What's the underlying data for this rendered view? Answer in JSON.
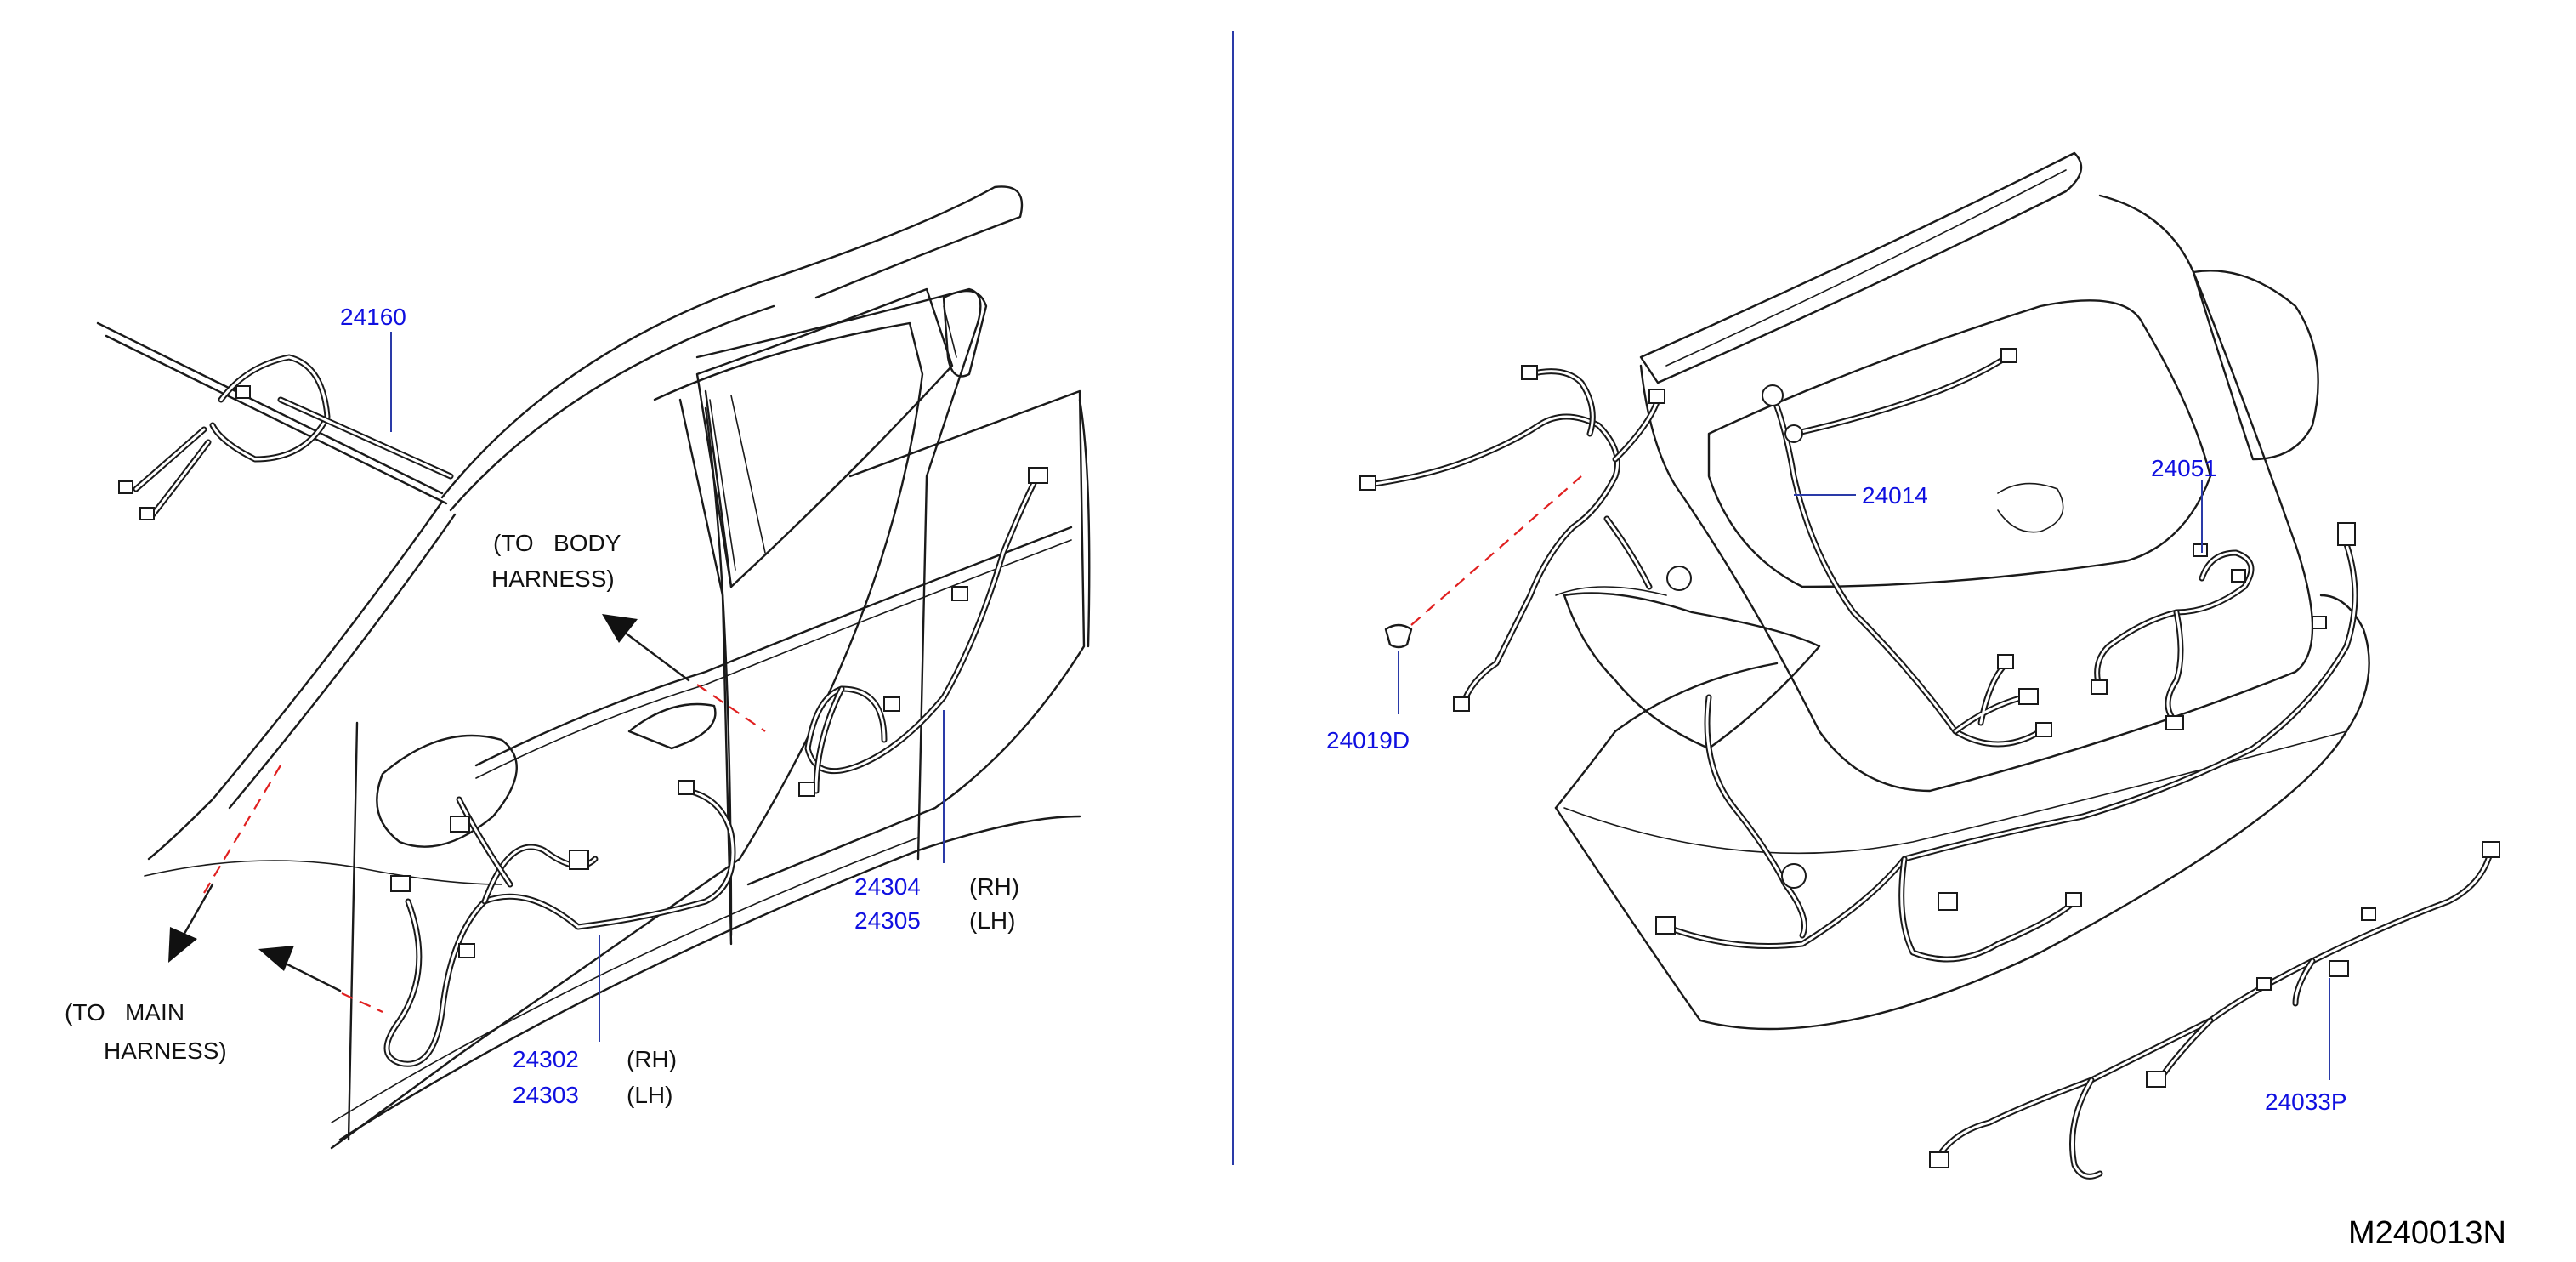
{
  "diagram": {
    "drawing_code": "M240013N",
    "callouts": {
      "p24160": "24160",
      "p24304": "24304",
      "p24305": "24305",
      "p24302": "24302",
      "p24303": "24303",
      "p24014": "24014",
      "p24051": "24051",
      "p24019D": "24019D",
      "p24033P": "24033P"
    },
    "side_labels": {
      "rh": "(RH)",
      "lh": "(LH)"
    },
    "notes": {
      "to_body_line1": "(TO   BODY",
      "to_body_line2": "HARNESS)",
      "to_main_line1": "(TO   MAIN",
      "to_main_line2": "HARNESS)"
    },
    "colors": {
      "callout_text": "#1010e0",
      "leader_line": "#2a3aa8",
      "phantom_line": "#e02020",
      "divider": "#2a3aa8"
    }
  }
}
